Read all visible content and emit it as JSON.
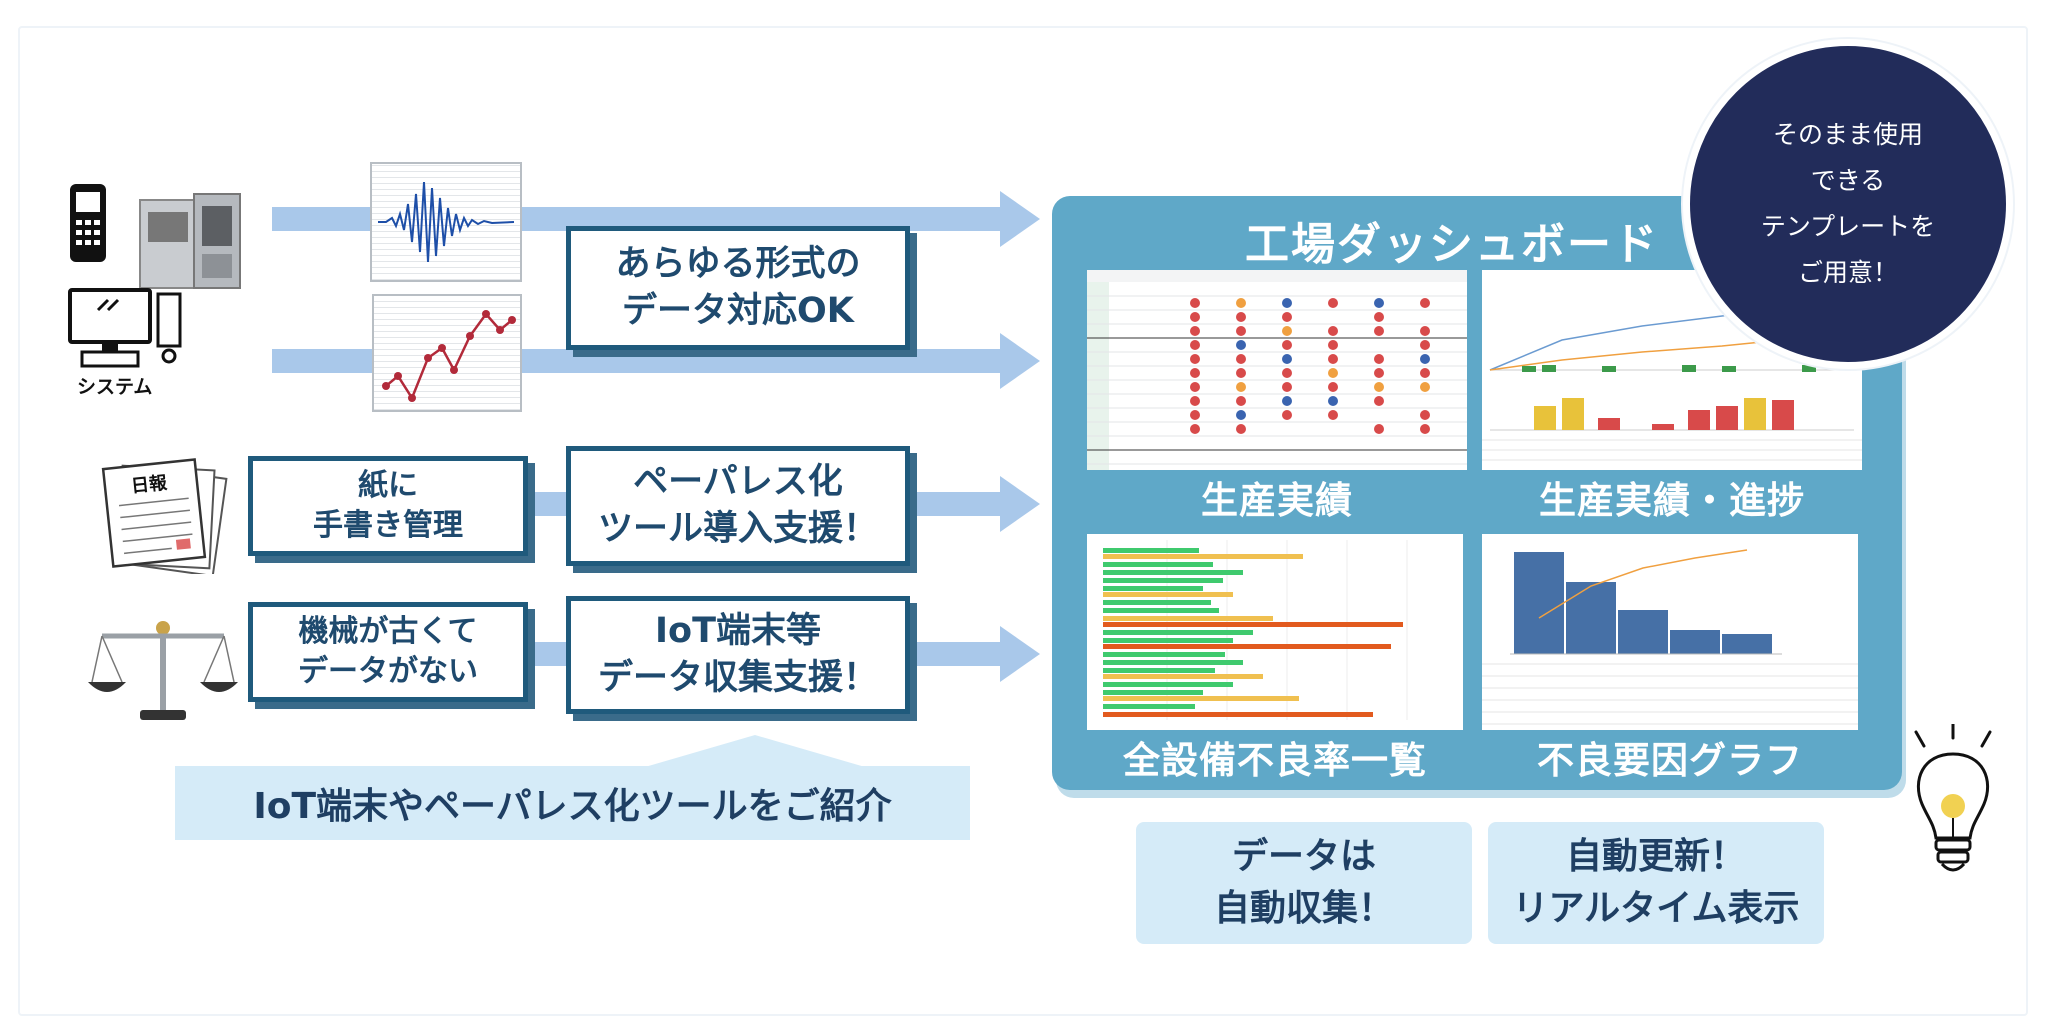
{
  "left": {
    "system_label": "システム",
    "box_formats": "あらゆる形式の\nデータ対応OK",
    "box_paper": "紙に\n手書き管理",
    "box_paperless": "ペーパレス化\nツール導入支援！",
    "box_old_machine": "機械が古くて\nデータがない",
    "box_iot": "IoT端末等\nデータ収集支援！",
    "diary_label": "日報",
    "caption": "IoT端末やペーパレス化ツールをご紹介"
  },
  "dashboard": {
    "title": "工場ダッシュボード",
    "panels": [
      {
        "label": "生産実績"
      },
      {
        "label": "生産実績・進捗"
      },
      {
        "label": "全設備不良率一覧"
      },
      {
        "label": "不良要因グラフ"
      }
    ]
  },
  "badge": {
    "text": "そのまま使用\nできる\nテンプレートを\nご用意！"
  },
  "bottom": {
    "auto_collect": "データは\n自動収集！",
    "auto_update": "自動更新！\nリアルタイム表示"
  },
  "colors": {
    "navy": "#1f5a7c",
    "arrow": "#a9c8ea",
    "dashboard": "#5fa8c8",
    "badge": "#222c5a",
    "light_blue": "#d5ebf8"
  }
}
